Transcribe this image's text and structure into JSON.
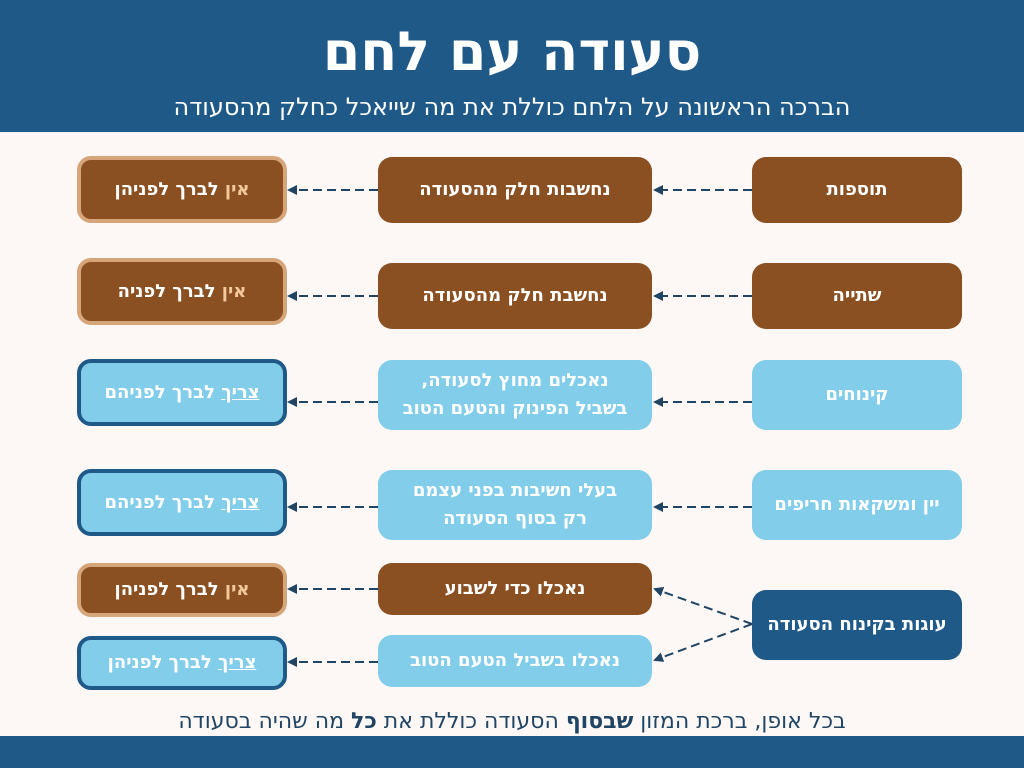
{
  "header": {
    "title": "סעודה עם לחם",
    "subtitle": "הברכה הראשונה על הלחם כוללת את מה שייאכל כחלק מהסעודה"
  },
  "rows": [
    {
      "category": "תוספות",
      "reason": "נחשבות חלק מהסעודה",
      "result_highlight": "אין",
      "result_rest": " לברך לפניהן",
      "needs_blessing": false
    },
    {
      "category": "שתייה",
      "reason": "נחשבת חלק מהסעודה",
      "result_highlight": "אין",
      "result_rest": " לברך לפניה",
      "needs_blessing": false
    },
    {
      "category": "קינוחים",
      "reason_line1": "נאכלים מחוץ לסעודה,",
      "reason_line2": "בשביל הפינוק והטעם הטוב",
      "result_highlight": "צריך",
      "result_rest": " לברך לפניהם",
      "needs_blessing": true
    },
    {
      "category": "יין ומשקאות חריפים",
      "reason_line1": "בעלי חשיבות בפני עצמם",
      "reason_line2": "רק בסוף הסעודה",
      "result_highlight": "צריך",
      "result_rest": " לברך לפניהם",
      "needs_blessing": true
    }
  ],
  "cakes": {
    "category": "עוגות בקינוח הסעודה",
    "options": [
      {
        "reason": "נאכלו כדי לשבוע",
        "result_highlight": "אין",
        "result_rest": " לברך לפניהן",
        "needs_blessing": false
      },
      {
        "reason": "נאכלו בשביל הטעם הטוב",
        "result_highlight": "צריך",
        "result_rest": " לברך לפניהן",
        "needs_blessing": true
      }
    ]
  },
  "footer": {
    "part1": "בכל אופן, ברכת המזון ",
    "bold1": "שבסוף",
    "part2": " הסעודה כוללת את ",
    "bold2": "כל",
    "part3": " מה שהיה בסעודה"
  },
  "colors": {
    "header": "#1f5988",
    "brown": "#8a5022",
    "light_blue": "#82cdea",
    "dark_blue": "#1f5988",
    "brown_border": "#d7a57a",
    "highlight_text": "#f3c89a"
  }
}
